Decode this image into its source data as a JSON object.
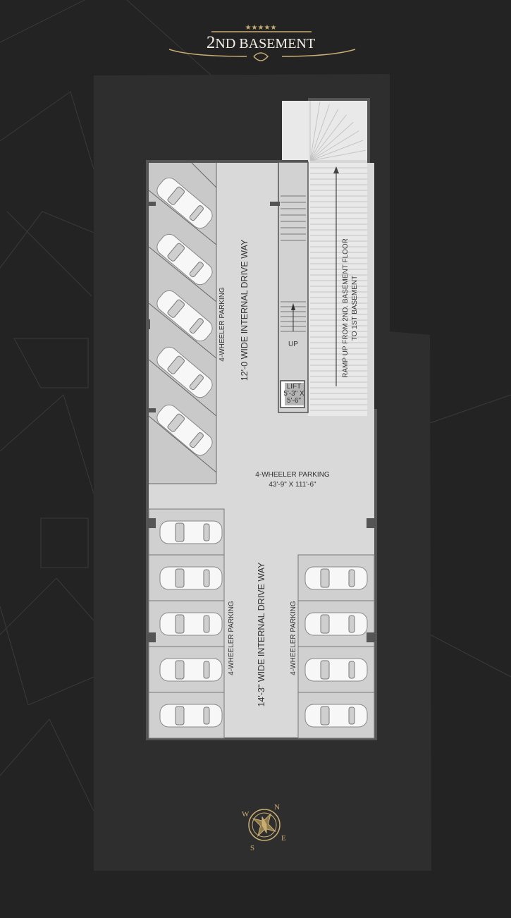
{
  "title": {
    "prefix": "2",
    "text": "ND BASEMENT",
    "stars": "★★★★★"
  },
  "labels": {
    "top_parking": "4-WHEELER PARKING",
    "top_driveway": "12'-0  WIDE INTERNAL DRIVE WAY",
    "stair_up": "UP",
    "lift_1": "LIFT",
    "lift_2": "5'-3\" X",
    "lift_3": "5'-6\"",
    "ramp_1": "RAMP UP FROM 2ND. BASEMENT FLOOR",
    "ramp_2": "TO 1ST BASEMENT",
    "center_parking": "4-WHEELER PARKING",
    "center_dims": "43'-9\" X 111'-6\"",
    "left_parking": "4-WHEELER PARKING",
    "bottom_driveway": "14'-3\"  WIDE INTERNAL DRIVE WAY",
    "right_parking": "4-WHEELER PARKING"
  },
  "compass": {
    "n": "N",
    "s": "S",
    "e": "E",
    "w": "W"
  },
  "colors": {
    "gold": "#c9ad72",
    "background": "#232323",
    "plot": "#2e2e2e",
    "floor": "#d8d8d8"
  }
}
